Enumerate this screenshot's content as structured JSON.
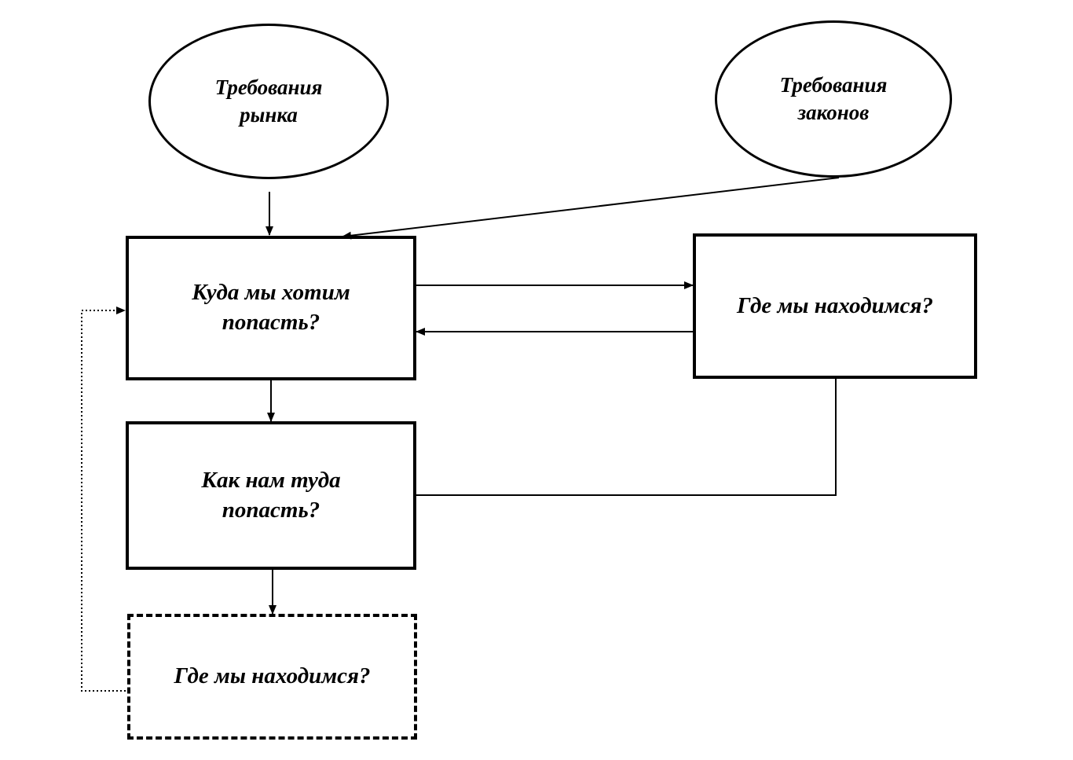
{
  "nodes": {
    "market_requirements": "Требования\nрынка",
    "law_requirements": "Требования\nзаконов",
    "where_we_want": "Куда мы хотим\nпопасть?",
    "where_we_are_top": "Где мы находимся?",
    "how_to_get_there": "Как нам туда\nпопасть?",
    "where_we_are_bottom": "Где мы находимся?"
  },
  "colors": {
    "stroke": "#000000",
    "background": "#ffffff"
  }
}
